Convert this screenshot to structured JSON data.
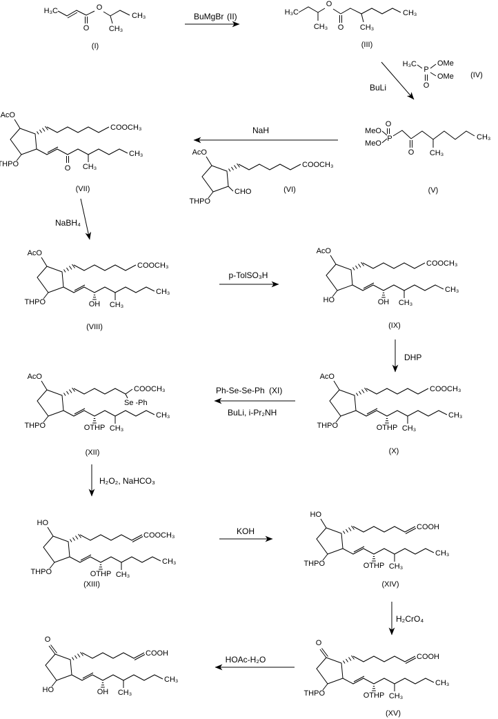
{
  "scheme": {
    "compounds": {
      "I": {
        "num": "(I)",
        "h3c": "H₃C",
        "o_carbonyl": "O",
        "o_ester": "O",
        "ch3_mid": "CH₃",
        "ch3_end": "CH₃"
      },
      "III": {
        "num": "(III)",
        "h3c": "H₃C",
        "ch3_sec": "CH₃",
        "o_ester": "O",
        "o_carbonyl": "O",
        "ch3_branch": "CH₃",
        "ch3_end": "CH₃"
      },
      "IV": {
        "num": "(IV)",
        "h3c": "H₃C",
        "p": "P",
        "o": "O",
        "ome_top": "OMe",
        "ome_bottom": "OMe"
      },
      "V": {
        "num": "(V)",
        "meo_top": "MeO",
        "meo_bottom": "MeO",
        "p": "P",
        "o_p": "O",
        "o_ketone": "O",
        "ch3_branch": "CH₃",
        "ch3_end": "CH₃"
      },
      "VI": {
        "num": "(VI)",
        "top": "AcO",
        "ester": "COOCH₃",
        "cho": "CHO",
        "bottom": "THPO"
      },
      "VII": {
        "num": "(VII)",
        "top": "AcO",
        "ester": "COOCH₃",
        "bottom": "THPO",
        "o_ketone": "O",
        "ch3_branch": "CH₃",
        "ch3_end": "CH₃"
      },
      "VIII": {
        "num": "(VIII)",
        "top": "AcO",
        "ester": "COOCH₃",
        "bottom": "THPO",
        "mid": "OH",
        "ch3_branch": "CH₃",
        "ch3_end": "CH₃"
      },
      "IX": {
        "num": "(IX)",
        "top": "AcO",
        "ester": "COOCH₃",
        "bottom": "HO",
        "mid": "OH",
        "ch3_branch": "CH₃",
        "ch3_end": "CH₃"
      },
      "X": {
        "num": "(X)",
        "top": "AcO",
        "ester": "COOCH₃",
        "bottom": "THPO",
        "mid": "OTHP",
        "ch3_branch": "CH₃",
        "ch3_end": "CH₃"
      },
      "XII": {
        "num": "(XII)",
        "top": "AcO",
        "ester": "COOCH₃",
        "seph": "Se -Ph",
        "bottom": "THPO",
        "mid": "OTHP",
        "ch3_branch": "CH₃",
        "ch3_end": "CH₃"
      },
      "XIII": {
        "num": "(XIII)",
        "top": "HO",
        "ester": "COOCH₃",
        "bottom": "THPO",
        "mid": "OTHP",
        "ch3_branch": "CH₃",
        "ch3_end": "CH₃"
      },
      "XIV": {
        "num": "(XIV)",
        "top": "HO",
        "acid": "COOH",
        "bottom": "THPO",
        "mid": "OTHP",
        "ch3_branch": "CH₃",
        "ch3_end": "CH₃"
      },
      "XV": {
        "num": "(XV)",
        "top": "O",
        "acid": "COOH",
        "bottom": "THPO",
        "mid": "OTHP",
        "ch3_branch": "CH₃",
        "ch3_end": "CH₃"
      },
      "final": {
        "top": "O",
        "acid": "COOH",
        "bottom": "HO",
        "mid": "OH",
        "ch3_branch": "CH₃",
        "ch3_end": "CH₃"
      }
    },
    "steps": {
      "s1": {
        "reagent": "BuMgBr",
        "note": "(II)"
      },
      "s2": {
        "reagent": "BuLi"
      },
      "s3": {
        "reagent": "NaH"
      },
      "s4": {
        "reagent": "NaBH₄"
      },
      "s5": {
        "reagent": "p-TolSO₃H"
      },
      "s6": {
        "reagent": "DHP"
      },
      "s7": {
        "above": "Ph-Se-Se-Ph",
        "note": "(XI)",
        "below": "BuLi, i-Pr₂NH"
      },
      "s8": {
        "reagent": "H₂O₂, NaHCO₃"
      },
      "s9": {
        "reagent": "KOH"
      },
      "s10": {
        "reagent": "H₂CrO₄"
      },
      "s11": {
        "reagent": "HOAc-H₂O"
      }
    }
  }
}
